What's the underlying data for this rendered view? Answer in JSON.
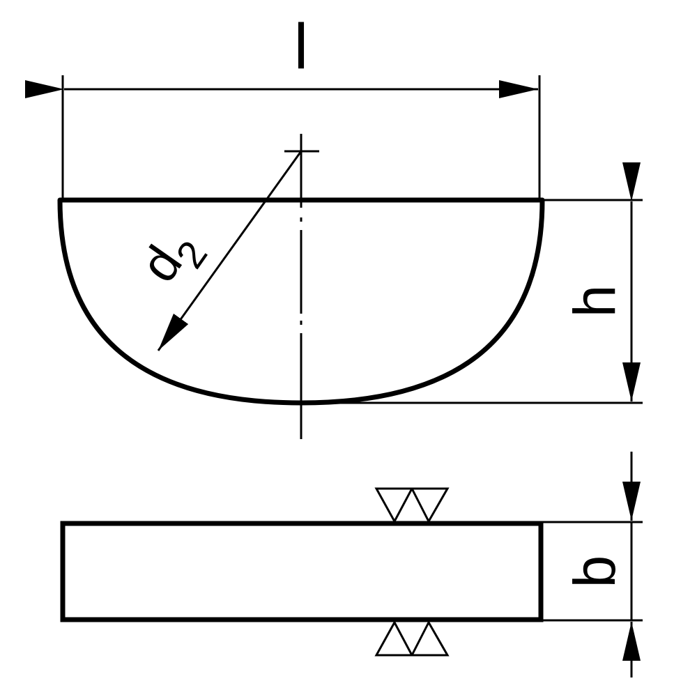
{
  "labels": {
    "length": "l",
    "diameter_base": "d",
    "diameter_sub": "2",
    "height": "h",
    "width": "b"
  },
  "colors": {
    "stroke": "#000000",
    "background": "#ffffff"
  },
  "icons": {
    "surface_finish_marks": "double-triangle-finish-symbol"
  }
}
